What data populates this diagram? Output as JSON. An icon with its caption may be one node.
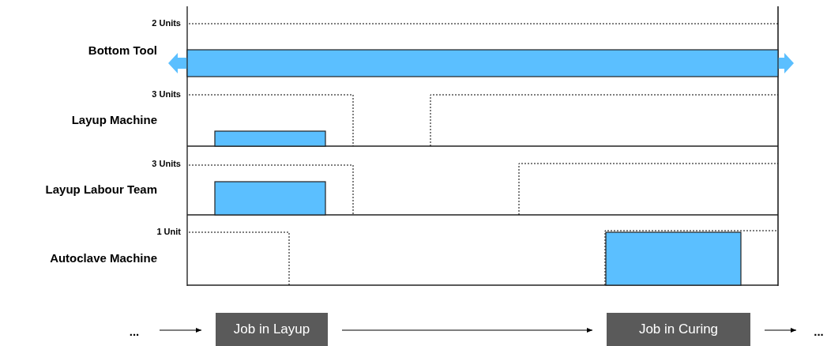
{
  "diagram": {
    "nodes": [
      {
        "text": [
          "..."
        ]
      },
      {
        "text": [
          "Job in Layup"
        ]
      },
      {
        "text": [
          "Job in Curing"
        ]
      },
      {
        "text": [
          "..."
        ]
      }
    ],
    "edges": [
      {
        "from": 0,
        "to": 1,
        "arrow": "to"
      },
      {
        "from": 1,
        "to": 2,
        "arrow": "to"
      },
      {
        "from": 2,
        "to": 3,
        "arrow": "to"
      }
    ],
    "labels": [
      "2 Units",
      "Bottom Tool",
      "3 Units",
      "Layup Machine",
      "3 Units",
      "Layup Labour Team",
      "1 Unit",
      "Autoclave Machine"
    ]
  }
}
